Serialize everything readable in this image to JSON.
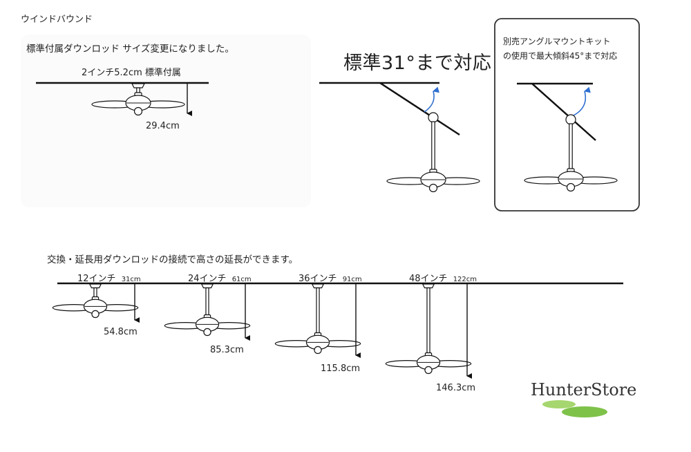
{
  "brand_caption": "ウインドバウンド",
  "standard": {
    "heading": "標準付属ダウンロッド サイズ変更になりました。",
    "rod_label": "2インチ5.2cm 標準付属",
    "measure": "29.4cm"
  },
  "slope": {
    "heading": "標準31°まで対応"
  },
  "kit": {
    "line1": "別売アングルマウントキット",
    "line2": "の使用で最大傾斜45°まで対応"
  },
  "extension": {
    "heading": "交換・延長用ダウンロッドの接続で高さの延長ができます。",
    "rods": [
      {
        "label": "12インチ",
        "size": "31cm",
        "measure": "54.8cm"
      },
      {
        "label": "24インチ",
        "size": "61cm",
        "measure": "85.3cm"
      },
      {
        "label": "36インチ",
        "size": "91cm",
        "measure": "115.8cm"
      },
      {
        "label": "48インチ",
        "size": "122cm",
        "measure": "146.3cm"
      }
    ]
  },
  "logo": {
    "text": "HunterStore",
    "colors": {
      "top_ellipse": "#a6d66f",
      "bottom_ellipse": "#7fc24a"
    }
  },
  "colors": {
    "ink": "#111111",
    "arrow_blue": "#2f6fd1",
    "box_border": "#333333"
  }
}
